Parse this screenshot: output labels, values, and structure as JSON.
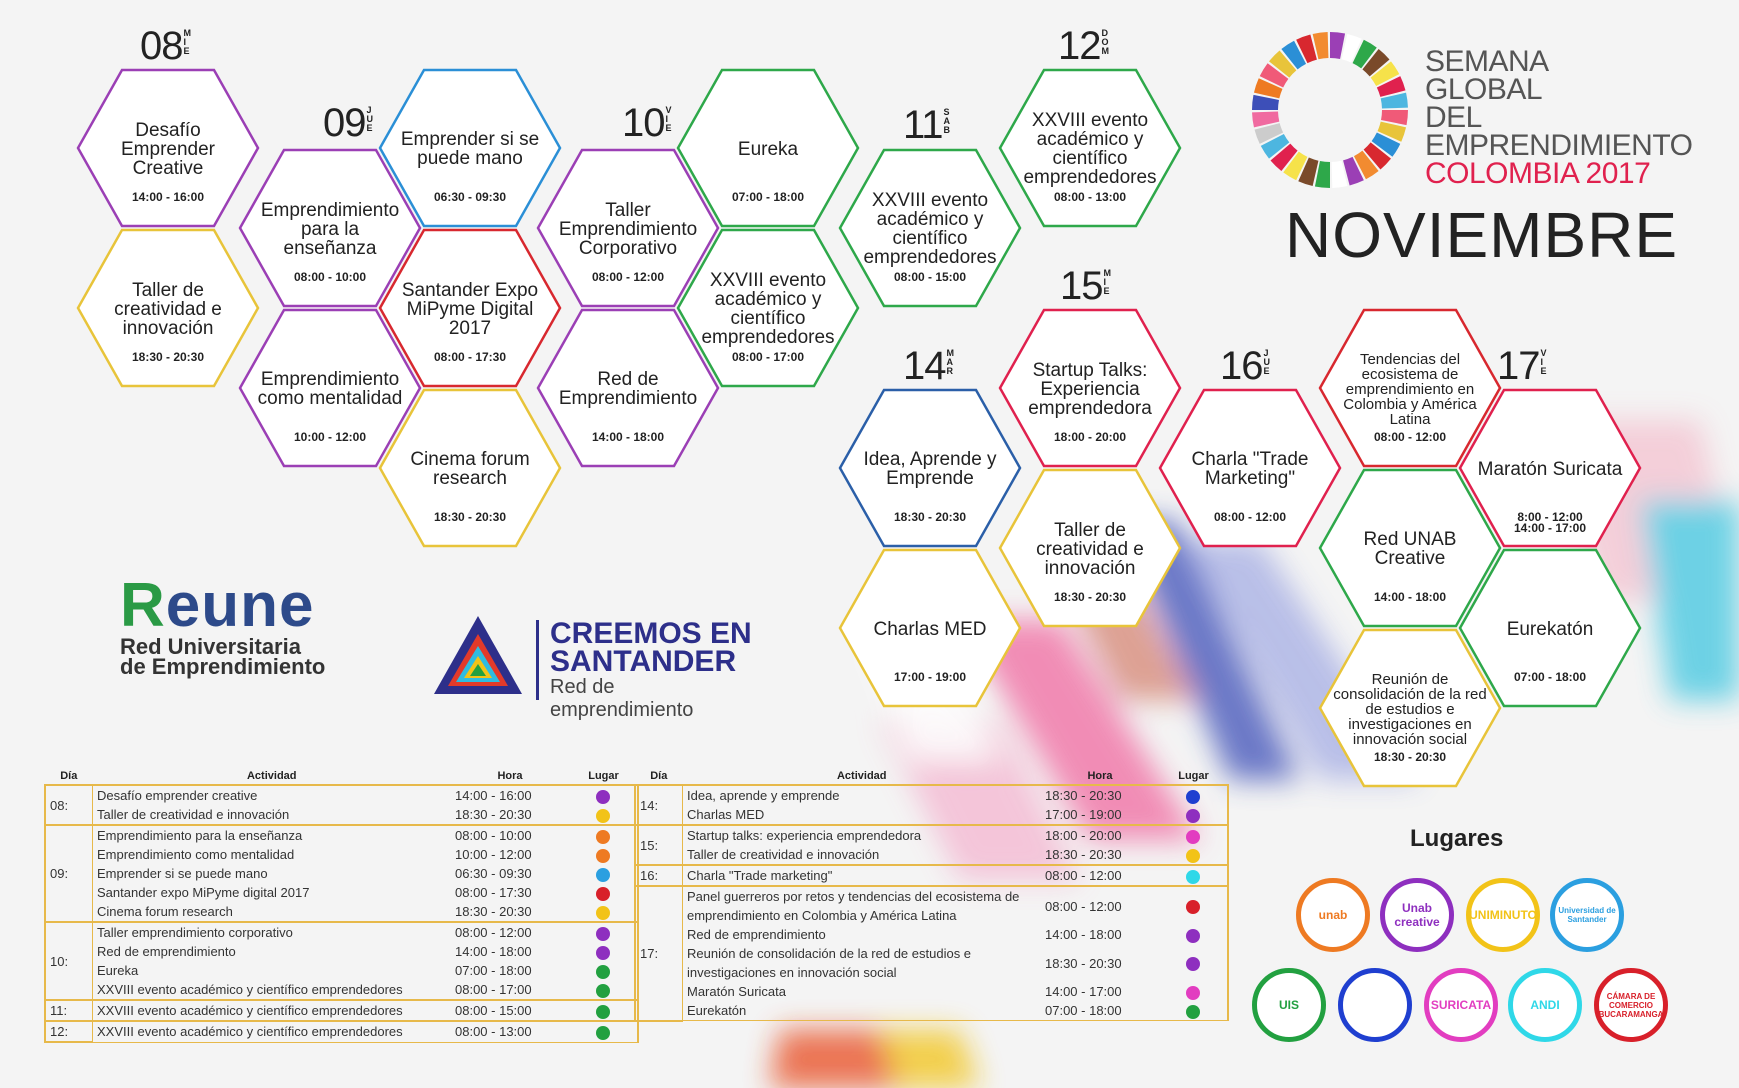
{
  "brand": {
    "line1": "SEMANA",
    "line2": "GLOBAL",
    "line3": "DEL EMPRENDIMIENTO",
    "line4": "COLOMBIA 2017",
    "month": "NOVIEMBRE"
  },
  "days": [
    {
      "num": "08",
      "abbr": [
        "M",
        "I",
        "E"
      ]
    },
    {
      "num": "09",
      "abbr": [
        "J",
        "U",
        "E"
      ]
    },
    {
      "num": "10",
      "abbr": [
        "V",
        "I",
        "E"
      ]
    },
    {
      "num": "11",
      "abbr": [
        "S",
        "A",
        "B"
      ]
    },
    {
      "num": "12",
      "abbr": [
        "D",
        "O",
        "M"
      ]
    },
    {
      "num": "14",
      "abbr": [
        "M",
        "A",
        "R"
      ]
    },
    {
      "num": "15",
      "abbr": [
        "M",
        "I",
        "E"
      ]
    },
    {
      "num": "16",
      "abbr": [
        "J",
        "U",
        "E"
      ]
    },
    {
      "num": "17",
      "abbr": [
        "V",
        "I",
        "E"
      ]
    }
  ],
  "hexes": [
    {
      "title": "Desafío Emprender Creative",
      "time": "14:00 - 16:00",
      "color": "#9b3fb5"
    },
    {
      "title": "Taller de creatividad e innovación",
      "time": "18:30 - 20:30",
      "color": "#e8c43a"
    },
    {
      "title": "Emprendimiento para la enseñanza",
      "time": "08:00 - 10:00",
      "color": "#9b3fb5"
    },
    {
      "title": "Emprendimiento como mentalidad",
      "time": "10:00 - 12:00",
      "color": "#9b3fb5"
    },
    {
      "title": "Emprender si se puede mano",
      "time": "06:30 - 09:30",
      "color": "#2b8fd6"
    },
    {
      "title": "Santander Expo MiPyme Digital 2017",
      "time": "08:00 - 17:30",
      "color": "#d8282f"
    },
    {
      "title": "Cinema forum research",
      "time": "18:30 - 20:30",
      "color": "#e8c43a"
    },
    {
      "title": "Taller Emprendimiento Corporativo",
      "time": "08:00 - 12:00",
      "color": "#9b3fb5"
    },
    {
      "title": "Red de Emprendimiento",
      "time": "14:00 - 18:00",
      "color": "#9b3fb5"
    },
    {
      "title": "Eureka",
      "time": "07:00 - 18:00",
      "color": "#2ea84a"
    },
    {
      "title": "XXVIII evento académico y científico emprendedores",
      "time": "08:00 - 17:00",
      "color": "#2ea84a"
    },
    {
      "title": "XXVIII evento académico y científico emprendedores",
      "time": "08:00 - 15:00",
      "color": "#2ea84a"
    },
    {
      "title": "XXVIII evento académico y científico emprendedores",
      "time": "08:00 - 13:00",
      "color": "#2ea84a"
    },
    {
      "title": "Idea, Aprende y Emprende",
      "time": "18:30 - 20:30",
      "color": "#2b5fa8"
    },
    {
      "title": "Charlas MED",
      "time": "17:00 - 19:00",
      "color": "#e8c43a"
    },
    {
      "title": "Startup Talks: Experiencia emprendedora",
      "time": "18:00 - 20:00",
      "color": "#e0214e"
    },
    {
      "title": "Taller de creatividad e innovación",
      "time": "18:30 - 20:30",
      "color": "#e8c43a"
    },
    {
      "title": "Charla \"Trade Marketing\"",
      "time": "08:00 - 12:00",
      "color": "#e0214e"
    },
    {
      "title": "Tendencias del ecosistema de emprendimiento en Colombia y América Latina",
      "time": "08:00 - 12:00",
      "color": "#d8282f"
    },
    {
      "title": "Red UNAB Creative",
      "time": "14:00 - 18:00",
      "color": "#2ea84a"
    },
    {
      "title": "Reunión de consolidación de la red de estudios e investigaciones en innovación social",
      "time": "18:30 - 20:30",
      "color": "#e8c43a"
    },
    {
      "title": "Maratón Suricata",
      "time": "8:00 - 12:00\n14:00 - 17:00",
      "color": "#e0214e"
    },
    {
      "title": "Eurekatón",
      "time": "07:00 - 18:00",
      "color": "#2ea84a"
    }
  ],
  "logos": {
    "reune_r": "R",
    "reune_rest": "eune",
    "reune_sub1": "Red Universitaria",
    "reune_sub2": "de Emprendimiento",
    "creemos_1": "CREEMOS EN",
    "creemos_2": "SANTANDER",
    "creemos_3": "Red de emprendimiento"
  },
  "table_headers": {
    "dia": "Día",
    "actividad": "Actividad",
    "hora": "Hora",
    "lugar": "Lugar"
  },
  "table_left": [
    {
      "day": "08:",
      "rows": [
        {
          "act": "Desafío emprender creative",
          "hora": "14:00 - 16:00",
          "color": "#8e2fbf"
        },
        {
          "act": "Taller de creatividad e innovación",
          "hora": "18:30 - 20:30",
          "color": "#f2c318"
        }
      ]
    },
    {
      "day": "09:",
      "rows": [
        {
          "act": "Emprendimiento para la enseñanza",
          "hora": "08:00 - 10:00",
          "color": "#ee7a22"
        },
        {
          "act": "Emprendimiento como mentalidad",
          "hora": "10:00 - 12:00",
          "color": "#ee7a22"
        },
        {
          "act": "Emprender si se puede mano",
          "hora": "06:30 - 09:30",
          "color": "#2b9fe0"
        },
        {
          "act": "Santander expo MiPyme digital 2017",
          "hora": "08:00 - 17:30",
          "color": "#d8202a"
        },
        {
          "act": "Cinema forum research",
          "hora": "18:30 - 20:30",
          "color": "#f2c318"
        }
      ]
    },
    {
      "day": "10:",
      "rows": [
        {
          "act": "Taller emprendimiento corporativo",
          "hora": "08:00 - 12:00",
          "color": "#8e2fbf"
        },
        {
          "act": "Red de emprendimiento",
          "hora": "14:00 - 18:00",
          "color": "#8e2fbf"
        },
        {
          "act": "Eureka",
          "hora": "07:00 - 18:00",
          "color": "#22a040"
        },
        {
          "act": "XXVIII evento académico y científico emprendedores",
          "hora": "08:00 - 17:00",
          "color": "#22a040"
        }
      ]
    },
    {
      "day": "11:",
      "rows": [
        {
          "act": "XXVIII evento académico y científico emprendedores",
          "hora": "08:00 - 15:00",
          "color": "#22a040"
        }
      ]
    },
    {
      "day": "12:",
      "rows": [
        {
          "act": "XXVIII evento académico y científico emprendedores",
          "hora": "08:00 - 13:00",
          "color": "#22a040"
        }
      ]
    }
  ],
  "table_right": [
    {
      "day": "14:",
      "rows": [
        {
          "act": "Idea, aprende y emprende",
          "hora": "18:30 - 20:30",
          "color": "#1f3fd0"
        },
        {
          "act": "Charlas MED",
          "hora": "17:00 - 19:00",
          "color": "#8e2fbf"
        }
      ]
    },
    {
      "day": "15:",
      "rows": [
        {
          "act": "Startup talks: experiencia emprendedora",
          "hora": "18:00 - 20:00",
          "color": "#e23dc0"
        },
        {
          "act": "Taller de creatividad e innovación",
          "hora": "18:30 - 20:30",
          "color": "#f2c318"
        }
      ]
    },
    {
      "day": "16:",
      "rows": [
        {
          "act": "Charla \"Trade marketing\"",
          "hora": "08:00 - 12:00",
          "color": "#2fd8e8"
        }
      ]
    },
    {
      "day": "17:",
      "rows": [
        {
          "act": "Panel guerreros por retos y tendencias del ecosistema de emprendimiento en Colombia y América Latina",
          "hora": "08:00 - 12:00",
          "color": "#d8202a"
        },
        {
          "act": "Red de emprendimiento",
          "hora": "14:00 - 18:00",
          "color": "#8e2fbf"
        },
        {
          "act": "Reunión de consolidación de la red de estudios e investigaciones en innovación social",
          "hora": "18:30 - 20:30",
          "color": "#8e2fbf"
        },
        {
          "act": "Maratón Suricata",
          "hora": "14:00 - 17:00",
          "color": "#e23dc0"
        },
        {
          "act": "Eurekatón",
          "hora": "07:00 - 18:00",
          "color": "#22a040"
        }
      ]
    }
  ],
  "lugares": {
    "title": "Lugares",
    "items": [
      {
        "label": "unab",
        "color": "#ee7a22"
      },
      {
        "label": "Unab creative",
        "color": "#8e2fbf"
      },
      {
        "label": "UNIMINUTO",
        "color": "#f2c318"
      },
      {
        "label": "Universidad de Santander",
        "color": "#2b9fe0"
      },
      {
        "label": "UIS",
        "color": "#22a040"
      },
      {
        "label": "",
        "color": "#1f3fd0"
      },
      {
        "label": "SURICATA",
        "color": "#e23dc0"
      },
      {
        "label": "ANDI",
        "color": "#2fd8e8"
      },
      {
        "label": "CÁMARA DE COMERCIO BUCARAMANGA",
        "color": "#d8202a"
      }
    ]
  }
}
